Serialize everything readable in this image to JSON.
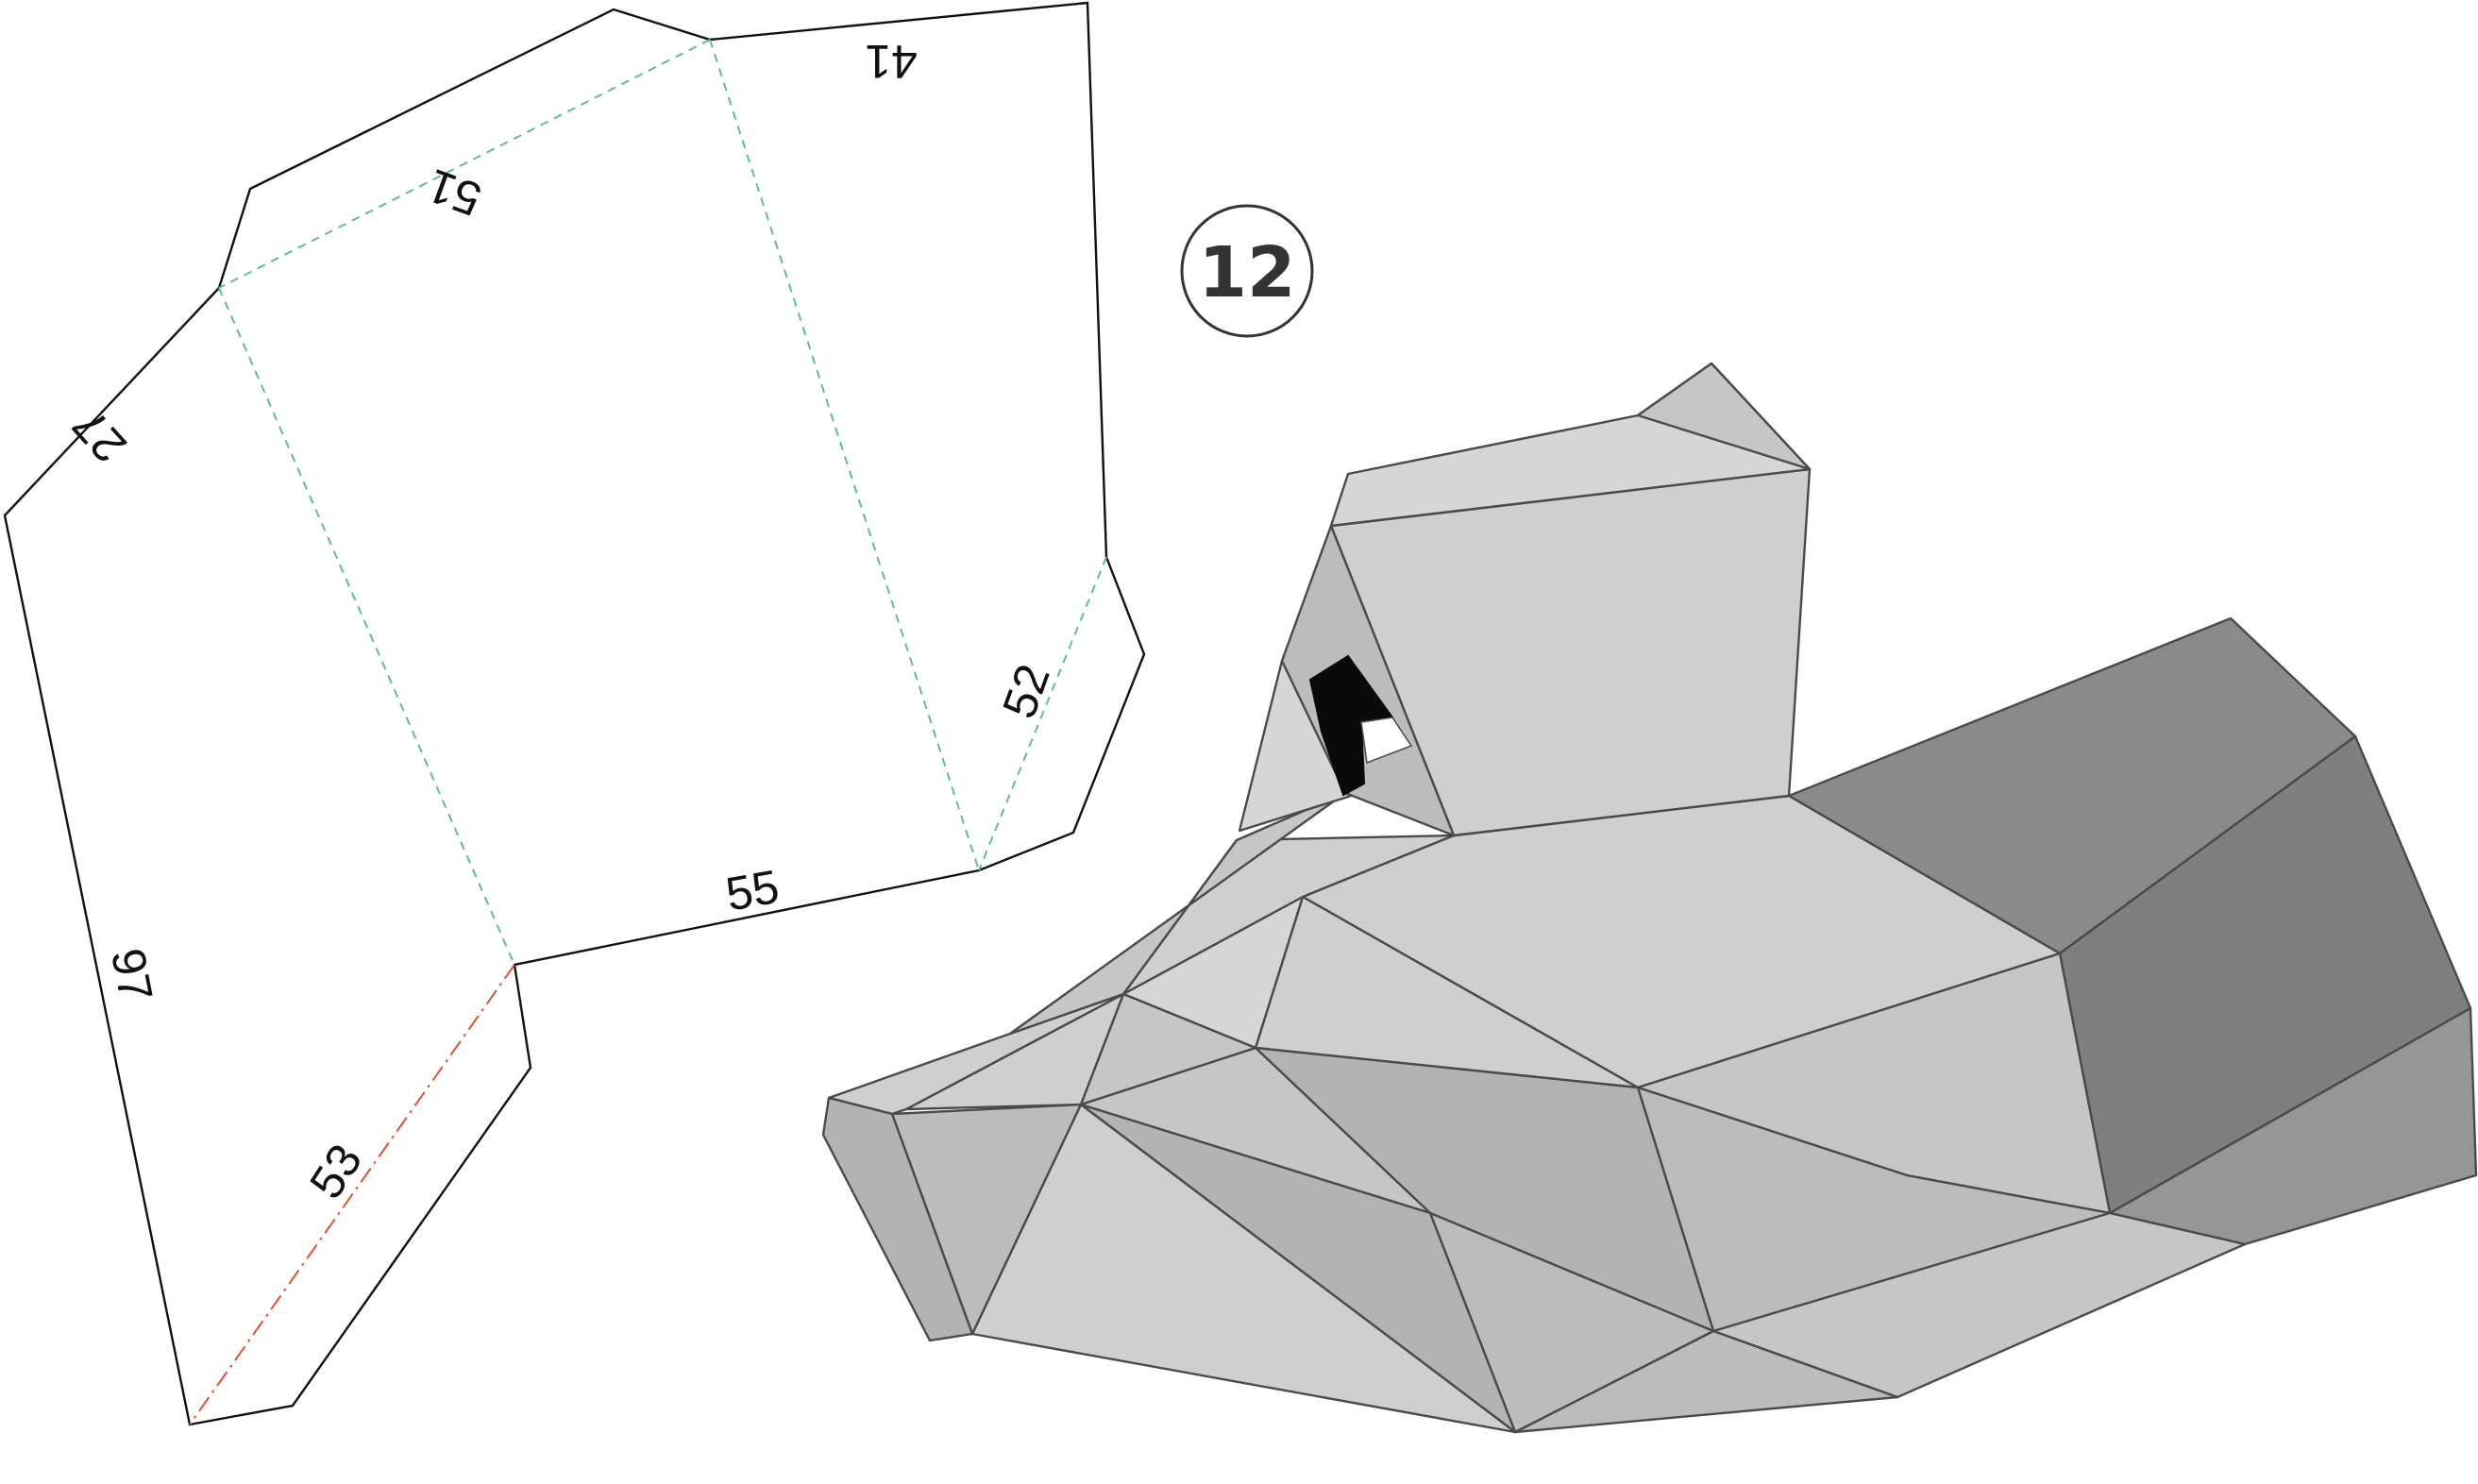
{
  "step": {
    "number": "12"
  },
  "pattern": {
    "glue_labels": [
      "41",
      "51",
      "27",
      "52",
      "55",
      "97",
      "53"
    ]
  },
  "colors": {
    "cut_line": "#111111",
    "valley_fold": "#5fb9a4",
    "mountain_fold": "#e0502c",
    "model_light": "#cfcfcf",
    "model_dark": "#8a8a8a"
  }
}
